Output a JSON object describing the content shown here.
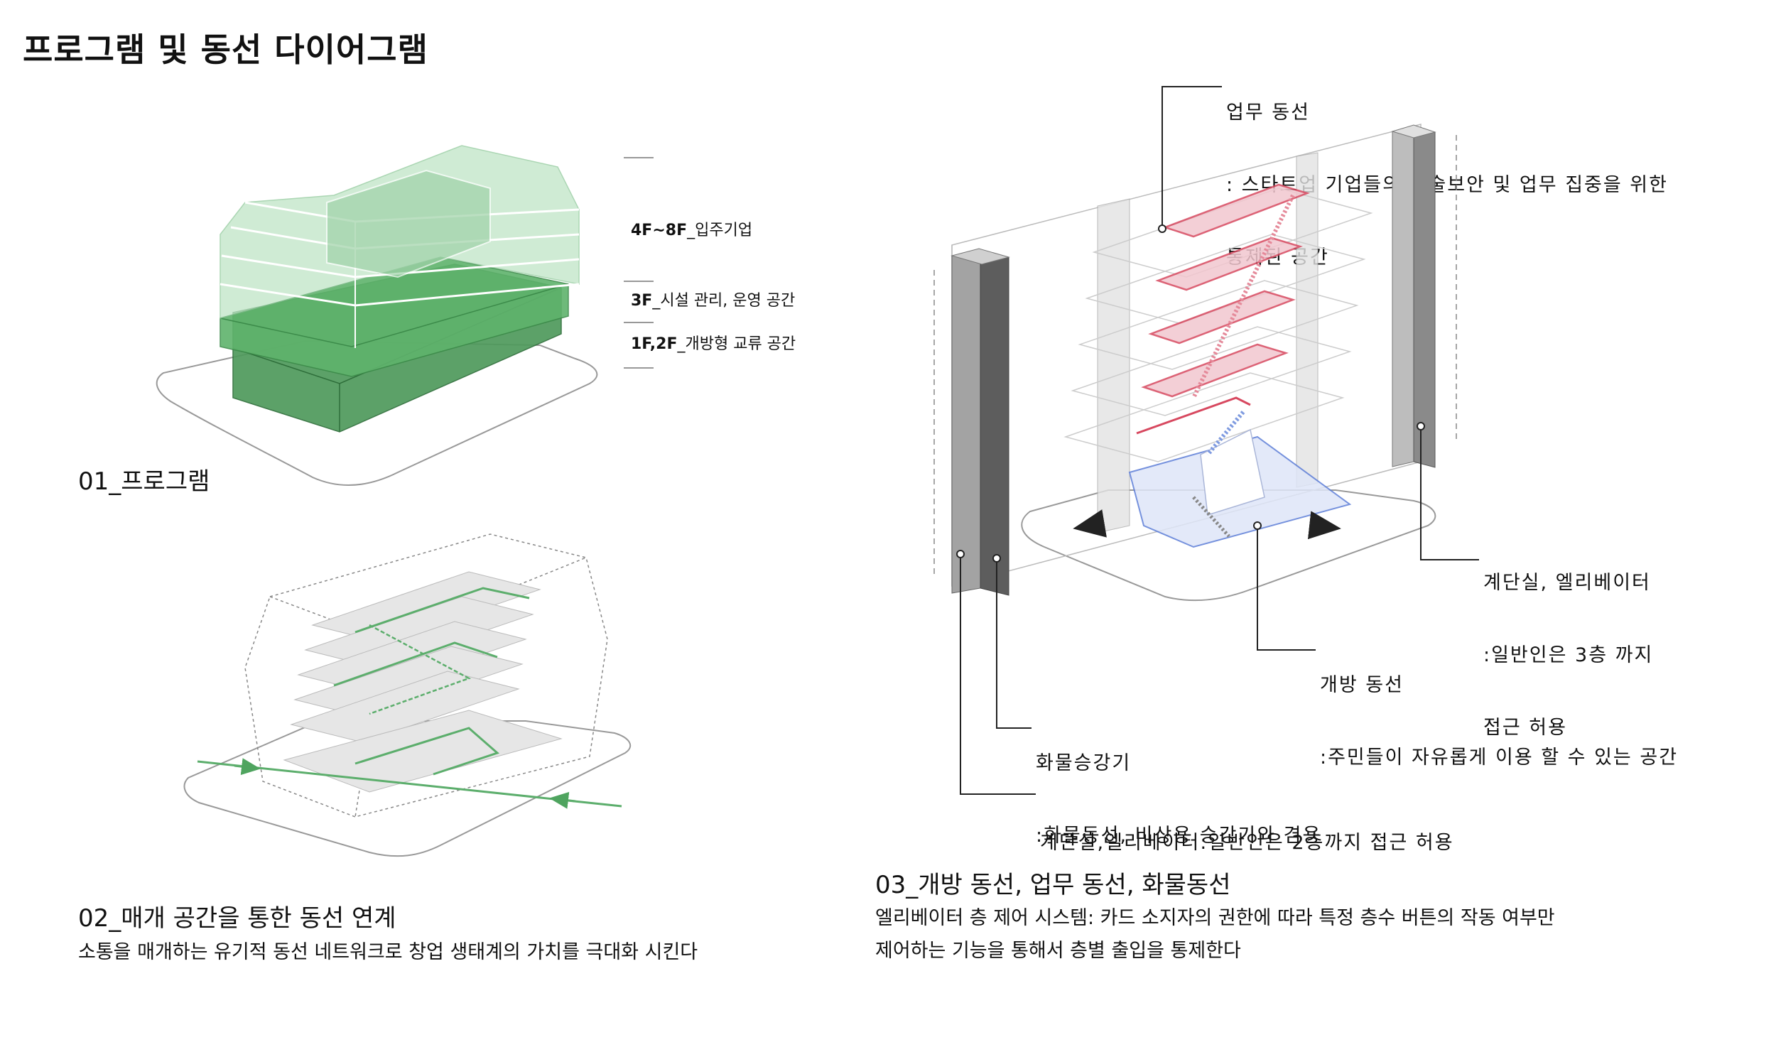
{
  "page_title": "프로그램 및 동선 다이어그램",
  "panel1": {
    "caption": "01_프로그램",
    "floors": [
      {
        "code": "4F~8F",
        "name": "_입주기업"
      },
      {
        "code": "3F",
        "name": "_시설 관리, 운영 공간"
      },
      {
        "code": "1F,2F",
        "name": "_개방형 교류 공간"
      }
    ]
  },
  "panel2": {
    "caption": "02_매개 공간을 통한 동선 연계",
    "description": "소통을 매개하는 유기적 동선 네트워크로 창업 생태계의 가치를 극대화 시킨다"
  },
  "panel3": {
    "caption": "03_개방 동선, 업무 동선, 화물동선",
    "description_line1": "엘리베이터 층 제어 시스템: 카드 소지자의 권한에 따라 특정 층수 버튼의 작동 여부만",
    "description_line2": "제어하는 기능을 통해서 층별 출입을 통제한다",
    "annotations": {
      "work": {
        "line1": "업무 동선",
        "line2": ": 스타트업 기업들의 기술보안 및 업무 집중을 위한",
        "line3": "통제된 공간"
      },
      "core_right": {
        "line1": "계단실, 엘리베이터",
        "line2": ":일반인은 3층 까지",
        "line3": "접근 허용"
      },
      "open": {
        "line1": "개방 동선",
        "line2": ":주민들이 자유롭게 이용 할 수 있는 공간"
      },
      "freight": {
        "line1": "화물승강기",
        "line2": ":화물동선, 비상용 승강기와 겸용"
      },
      "core_left": {
        "line1": "계단실,엘리베이터:일반인은 2층까지 접근 허용"
      }
    }
  },
  "colors": {
    "green_light": "#dff1e3",
    "green_mid": "#93cf9e",
    "green_dark": "#4fa45f",
    "work_red": "#d7485f",
    "open_blue": "#5d7ed8",
    "core_grey": "#9a9a9a"
  }
}
